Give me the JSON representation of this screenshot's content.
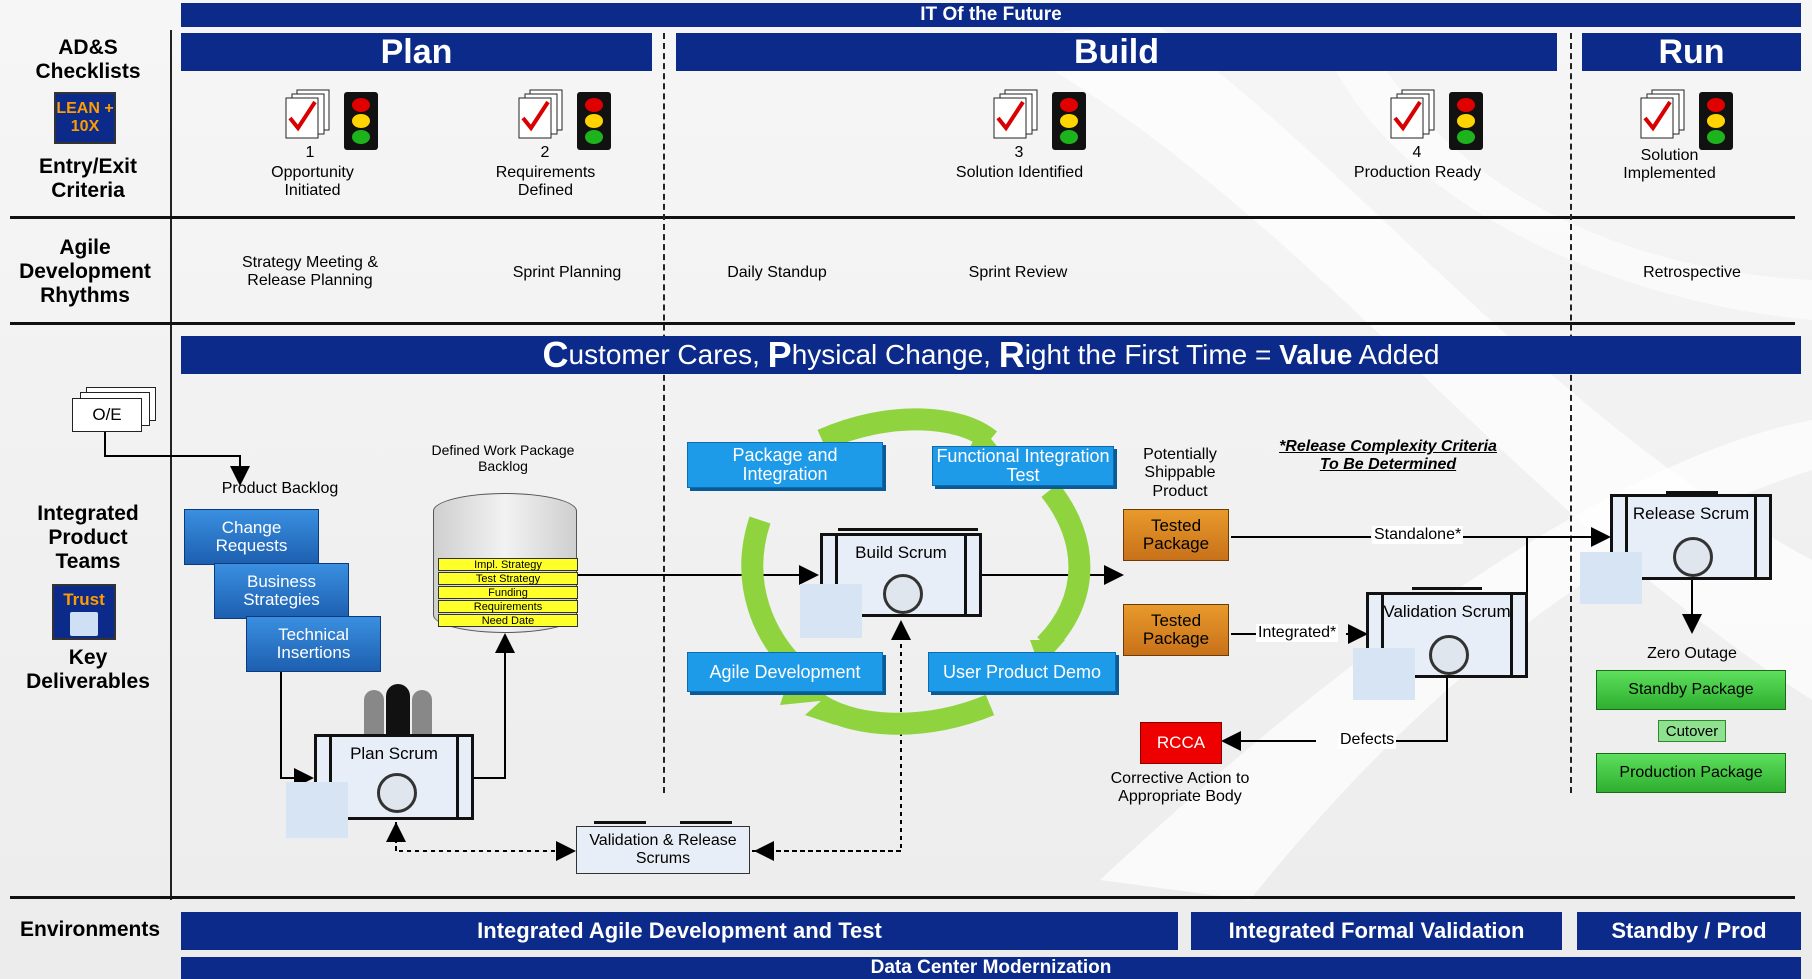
{
  "top_bar": "IT Of the Future",
  "bottom_bar": "Data Center Modernization",
  "phases": {
    "plan": "Plan",
    "build": "Build",
    "run": "Run"
  },
  "left_labels": {
    "checklists": "AD&S Checklists",
    "lean_badge": "LEAN + 10X",
    "entry_exit": "Entry/Exit Criteria",
    "agile_rhythms": "Agile Development Rhythms",
    "teams": "Integrated Product Teams",
    "trust_badge": "Trust",
    "key_deliverables": "Key Deliverables",
    "environments": "Environments"
  },
  "gates": [
    {
      "num": "1",
      "label": "Opportunity Initiated"
    },
    {
      "num": "2",
      "label": "Requirements Defined"
    },
    {
      "num": "3",
      "label": "Solution Identified"
    },
    {
      "num": "4",
      "label": "Production Ready"
    },
    {
      "num": "",
      "label": "Solution Implemented"
    }
  ],
  "rhythms": [
    "Strategy Meeting & Release Planning",
    "Sprint Planning",
    "Daily Standup",
    "Sprint Review",
    "Retrospective"
  ],
  "value_banner": {
    "c": "C",
    "c_rest": "ustomer Cares, ",
    "p": "P",
    "p_rest": "hysical Change, ",
    "r": "R",
    "r_rest": "ight the First Time = ",
    "value": "Value",
    "added": " Added"
  },
  "oe_label": "O/E",
  "product_backlog": "Product Backlog",
  "backlog_items": [
    "Change Requests",
    "Business Strategies",
    "Technical Insertions"
  ],
  "defined_work": "Defined Work Package Backlog",
  "db_items": [
    "Impl. Strategy",
    "Test Strategy",
    "Funding",
    "Requirements",
    "Need Date"
  ],
  "plan_scrum": "Plan Scrum",
  "validation_release_scrums": "Validation & Release Scrums",
  "build_scrum": "Build Scrum",
  "cycle_boxes": [
    "Package and Integration",
    "Functional Integration Test",
    "Agile Development",
    "User Product Demo"
  ],
  "potentially_shippable": "Potentially Shippable Product",
  "tested_package": "Tested Package",
  "release_note": "*Release Complexity Criteria To Be Determined",
  "standalone": "Standalone*",
  "integrated": "Integrated*",
  "defects": "Defects",
  "validation_scrum": "Validation Scrum",
  "release_scrum": "Release Scrum",
  "rcca": "RCCA",
  "corrective": "Corrective Action to Appropriate Body",
  "zero_outage": "Zero Outage",
  "standby_package": "Standby Package",
  "cutover": "Cutover",
  "production_package": "Production Package",
  "env_bars": [
    "Integrated Agile Development and Test",
    "Integrated Formal Validation",
    "Standby / Prod"
  ],
  "colors": {
    "navy": "#0b2a8a",
    "sky": "#1e9be8",
    "orange": "#e0862a",
    "green": "#3fcf3f",
    "red": "#ee0000",
    "cycle_green": "#8fd43f"
  }
}
